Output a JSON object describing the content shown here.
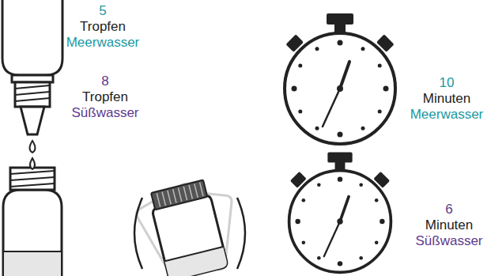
{
  "diagram": {
    "labels": [
      "5",
      "Tropfen",
      "Meerwasser",
      "8",
      "Tropfen",
      "Süßwasser",
      "10",
      "Minuten",
      "Meerwasser",
      "6",
      "Minuten",
      "Süßwasser"
    ]
  }
}
